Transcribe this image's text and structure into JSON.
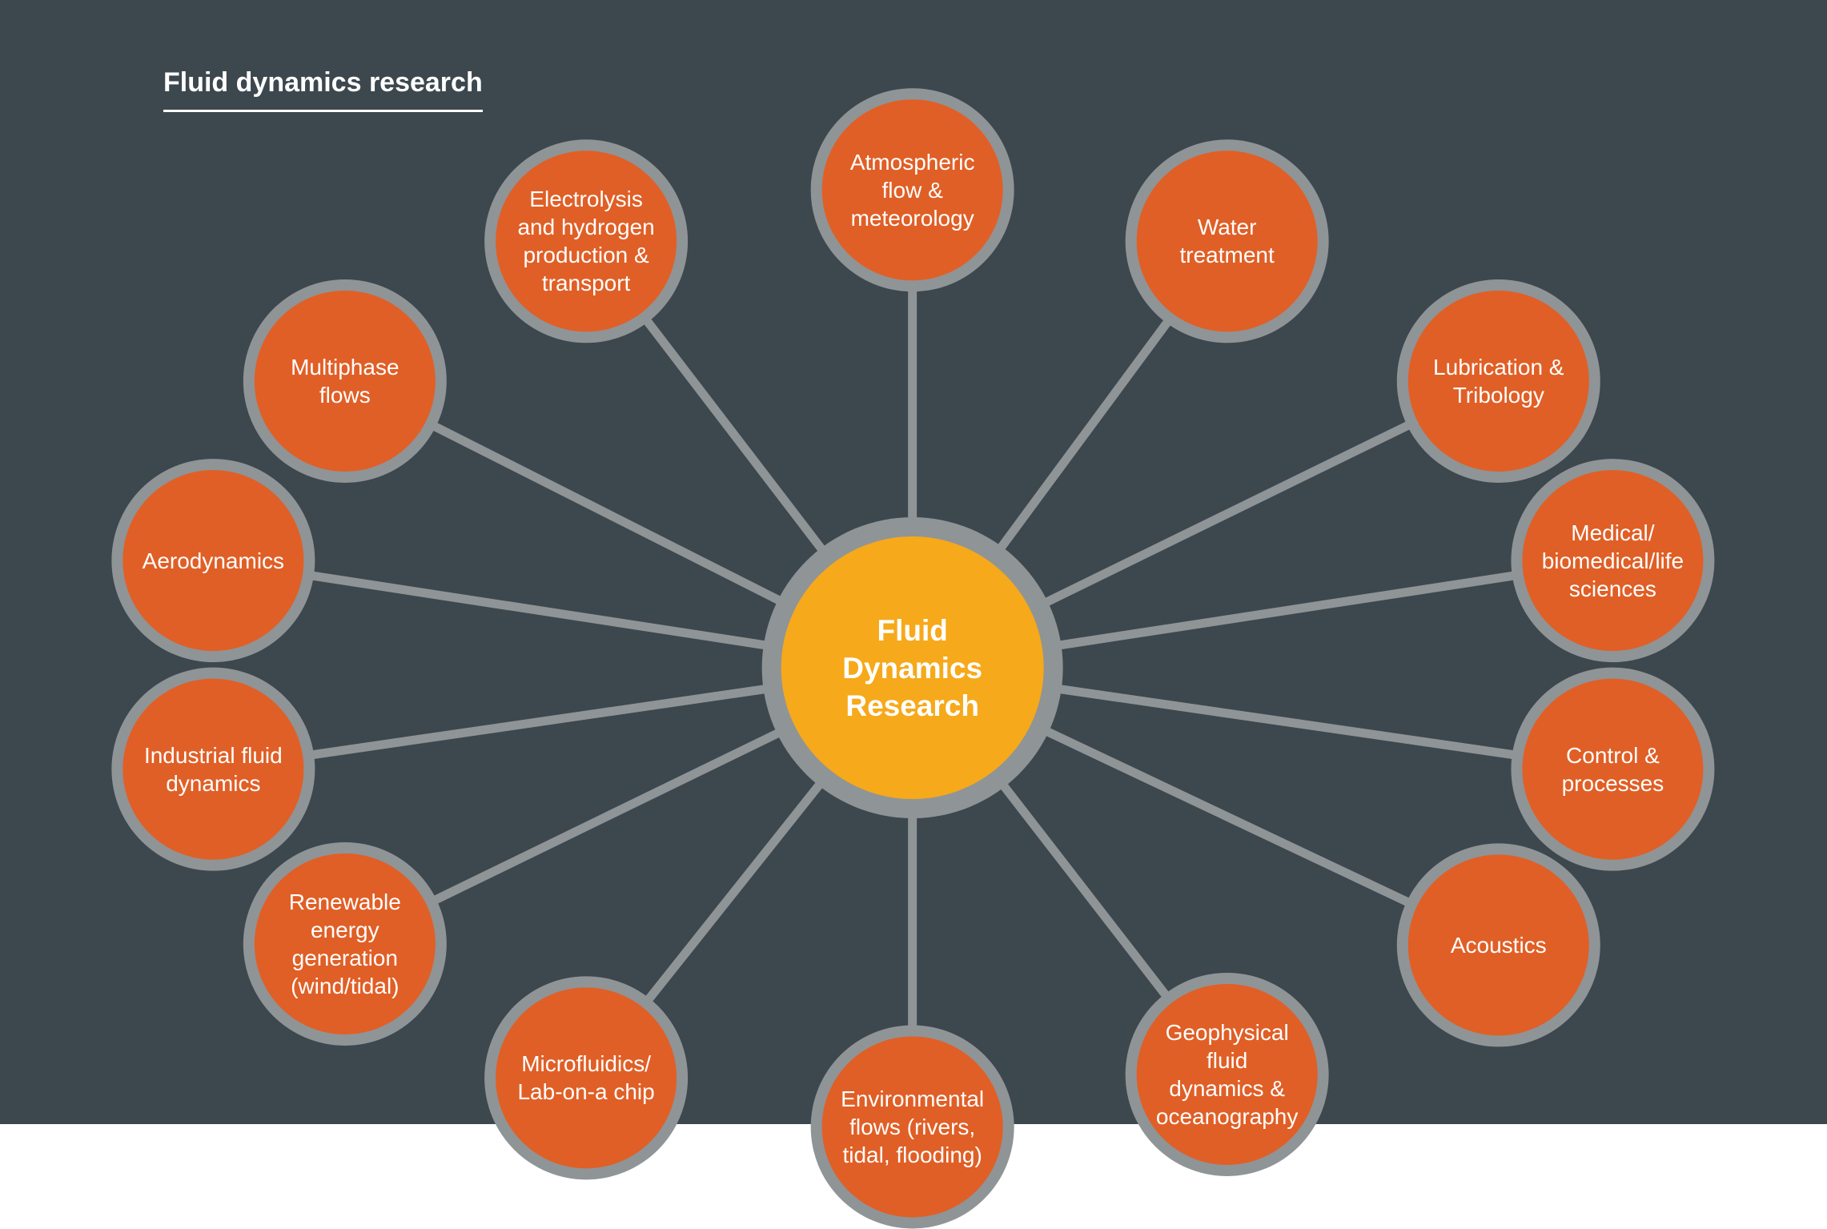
{
  "title": "Fluid dynamics research",
  "center": {
    "label": "Fluid\nDynamics\nResearch"
  },
  "nodes": [
    {
      "label": "Atmospheric\nflow &\nmeteorology"
    },
    {
      "label": "Water\ntreatment"
    },
    {
      "label": "Lubrication &\nTribology"
    },
    {
      "label": "Medical/\nbiomedical/life\nsciences"
    },
    {
      "label": "Control &\nprocesses"
    },
    {
      "label": "Acoustics"
    },
    {
      "label": "Geophysical\nfluid\ndynamics &\noceanography"
    },
    {
      "label": "Environmental\nflows (rivers,\ntidal, flooding)"
    },
    {
      "label": "Microfluidics/\nLab-on-a chip"
    },
    {
      "label": "Renewable\nenergy\ngeneration\n(wind/tidal)"
    },
    {
      "label": "Industrial fluid\ndynamics"
    },
    {
      "label": "Aerodynamics"
    },
    {
      "label": "Multiphase\nflows"
    },
    {
      "label": "Electrolysis\nand hydrogen\nproduction &\ntransport"
    }
  ],
  "colors": {
    "background": "#3d474e",
    "node": "#e05f26",
    "center": "#f6a91a",
    "ring": "#8f9497"
  }
}
